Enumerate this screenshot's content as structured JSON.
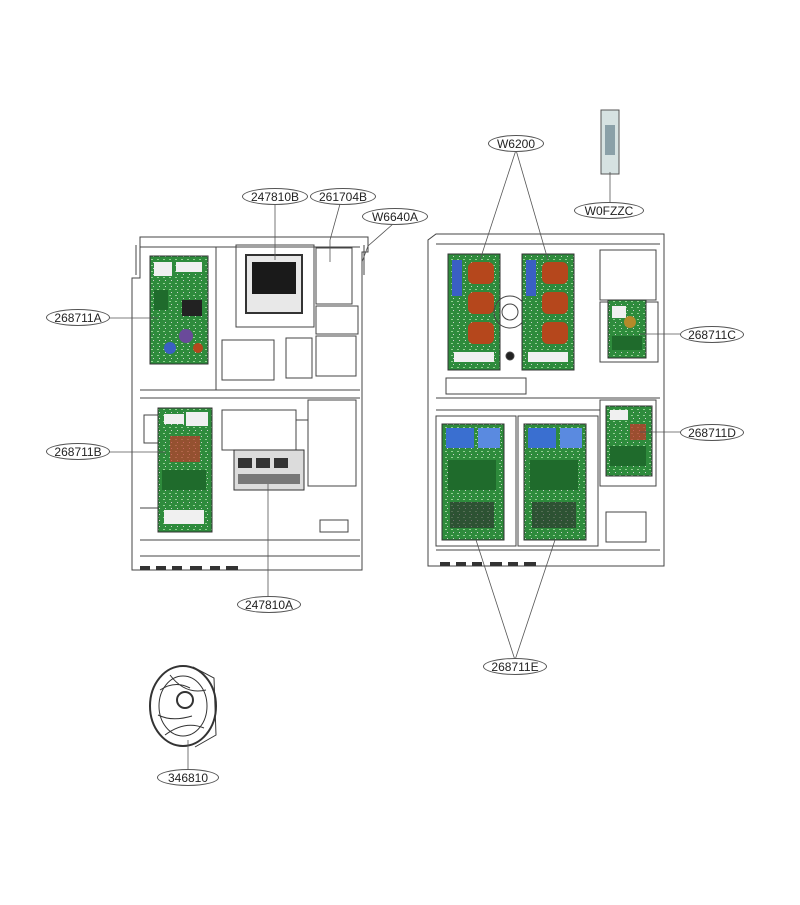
{
  "labels": {
    "w6200": "W6200",
    "w0fzzc": "W0FZZC",
    "p247810b": "247810B",
    "p261704b": "261704B",
    "w6640a": "W6640A",
    "p268711a": "268711A",
    "p268711b": "268711B",
    "p247810a": "247810A",
    "p268711c": "268711C",
    "p268711d": "268711D",
    "p268711e": "268711E",
    "p346810": "346810"
  },
  "colors": {
    "line": "#555555",
    "frame": "#444444",
    "pcb_green": "#2e8b3c",
    "pcb_dark": "#1f6b2c",
    "coil_copper": "#b5471c",
    "cap_blue": "#3a5fc4",
    "connector_white": "#f0f0f0"
  }
}
